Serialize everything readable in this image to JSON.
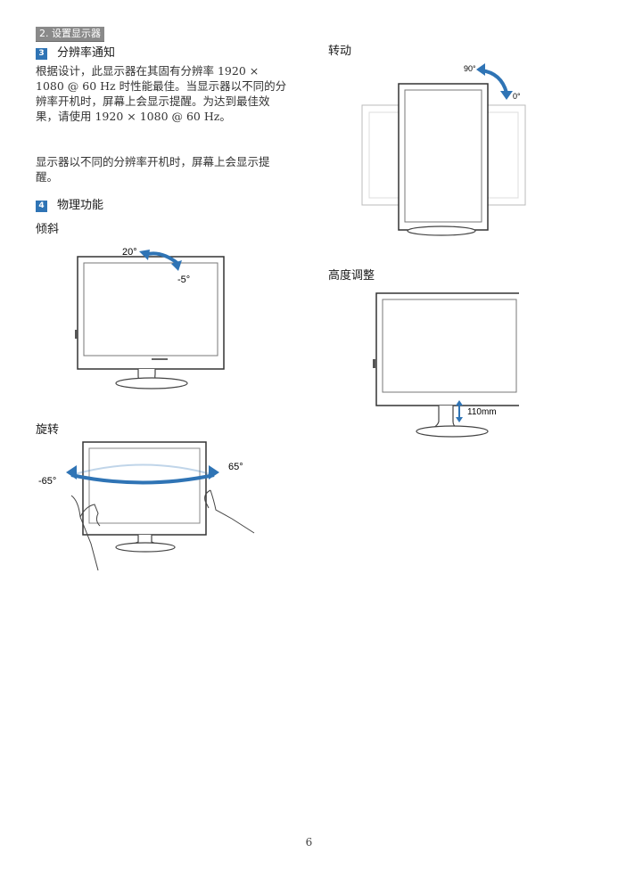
{
  "header": {
    "chapter": "2. 设置显示器"
  },
  "resolution": {
    "number": "3",
    "title": "分辨率通知",
    "paragraph1": "根据设计，此显示器在其固有分辨率 1920 × 1080 @ 60 Hz 时性能最佳。当显示器以不同的分辨率开机时，屏幕上会显示提醒。为达到最佳效果，请使用 1920 × 1080 @ 60 Hz。",
    "paragraph2": "显示器以不同的分辨率开机时，屏幕上会显示提醒。"
  },
  "physical": {
    "number": "4",
    "title": "物理功能",
    "tilt": {
      "heading": "倾斜",
      "angle_up": "20°",
      "angle_down": "-5°"
    },
    "swivel": {
      "heading": "旋转",
      "angle_left": "-65°",
      "angle_right": "65°"
    },
    "pivot": {
      "heading": "转动",
      "angle_start": "90°",
      "angle_end": "0°"
    },
    "height": {
      "heading": "高度调整",
      "range": "110mm"
    }
  },
  "footer": {
    "page_number": "6"
  }
}
